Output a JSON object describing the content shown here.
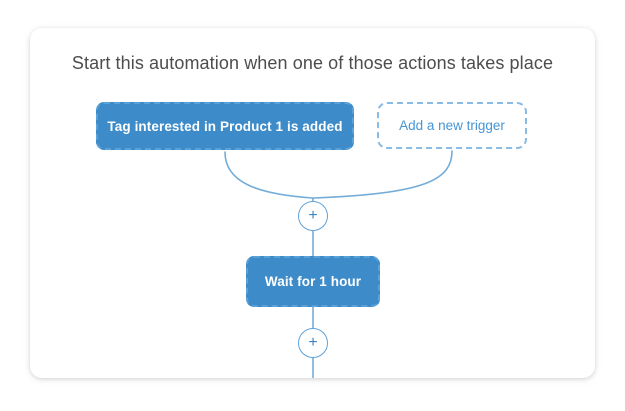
{
  "header": {
    "title": "Start this automation when one of those actions takes place"
  },
  "flow": {
    "trigger_block": {
      "label": "Tag interested in Product 1 is added"
    },
    "add_trigger_button": {
      "label": "Add a new trigger"
    },
    "add_step_top": {
      "symbol": "+"
    },
    "wait_block": {
      "label": "Wait for 1 hour"
    },
    "add_step_bottom": {
      "symbol": "+"
    }
  },
  "colors": {
    "block_fill": "#3d8bc9",
    "block_dash": "#5aa1d8",
    "ghost_dash": "#88bbe6",
    "link_text": "#4795d5",
    "connector_line": "#74add9",
    "title_text": "#4d4d4d"
  }
}
